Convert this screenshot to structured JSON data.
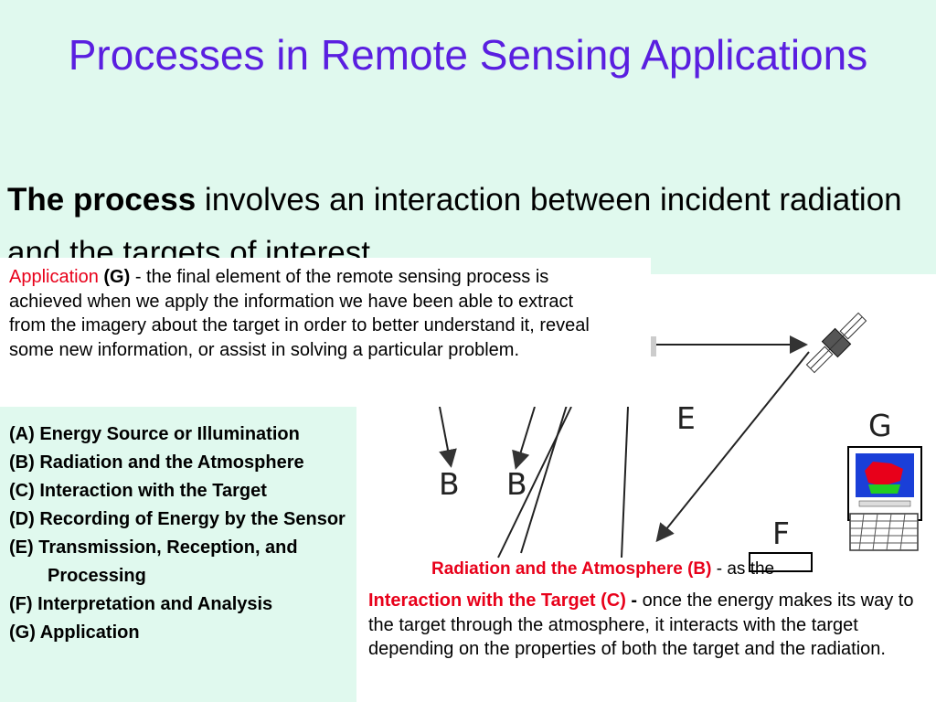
{
  "slide": {
    "title": "Processes in Remote Sensing Applications",
    "intro_bold": "The process",
    "intro_rest": " involves an interaction between incident radiation and the targets of interest."
  },
  "application_box": {
    "heading": "Application",
    "letter": " (G)",
    "text": " - the final element of the remote sensing process is achieved when we apply the information we have been able to extract from the imagery about the target in order to better understand it, reveal some new information, or assist in solving a particular problem."
  },
  "process_list": [
    "(A) Energy Source or Illumination",
    "(B) Radiation and the Atmosphere",
    "(C) Interaction with the Target",
    "(D) Recording of Energy by the Sensor",
    "(E) Transmission, Reception, and",
    "Processing",
    "(F) Interpretation and Analysis",
    "(G) Application"
  ],
  "radiation_box": {
    "heading": "Radiation and the Atmosphere (B)",
    "text": " - as the"
  },
  "interaction_box": {
    "heading": "Interaction with the Target (C)",
    "dash": " - ",
    "text": "once the energy makes its way to the target through the atmosphere, it interacts with the target depending on the properties of both the target and the radiation."
  },
  "diagram_labels": {
    "B1": "B",
    "B2": "B",
    "E": "E",
    "F": "F",
    "G": "G"
  },
  "colors": {
    "title": "#5a1fe0",
    "highlight": "#e8001a",
    "background": "#e0f9ee"
  }
}
